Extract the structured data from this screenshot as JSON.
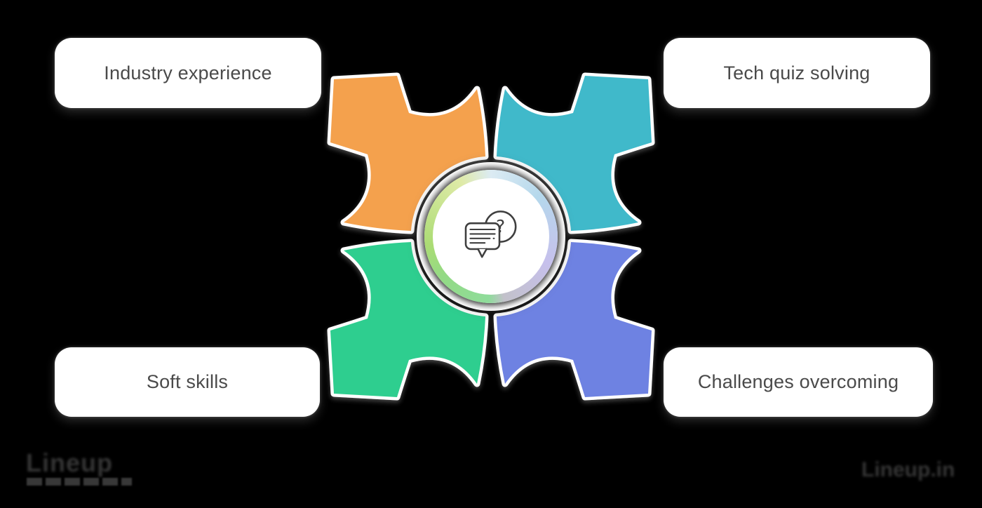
{
  "diagram": {
    "title_hint": "four-direction arrows infographic",
    "cards": [
      {
        "position": "top-left",
        "label": "Industry experience"
      },
      {
        "position": "top-right",
        "label": "Tech quiz solving"
      },
      {
        "position": "bottom-left",
        "label": "Soft skills"
      },
      {
        "position": "bottom-right",
        "label": "Challenges overcoming"
      }
    ],
    "arrow_colors": {
      "top_left": "#f4a14d",
      "top_right": "#3fb9ca",
      "bottom_left": "#2fce8f",
      "bottom_right": "#6e82e2"
    },
    "center_icon": "chat-question-icon",
    "question_mark": "?"
  },
  "colors": {
    "background": "#000000",
    "card_background": "#ffffff",
    "card_text": "#4a4a4a",
    "arrow_outline": "#ffffff",
    "icon_stroke": "#3f3f3f"
  },
  "watermarks": {
    "left_logo": "Lineup",
    "right_text": "Lineup.in"
  }
}
